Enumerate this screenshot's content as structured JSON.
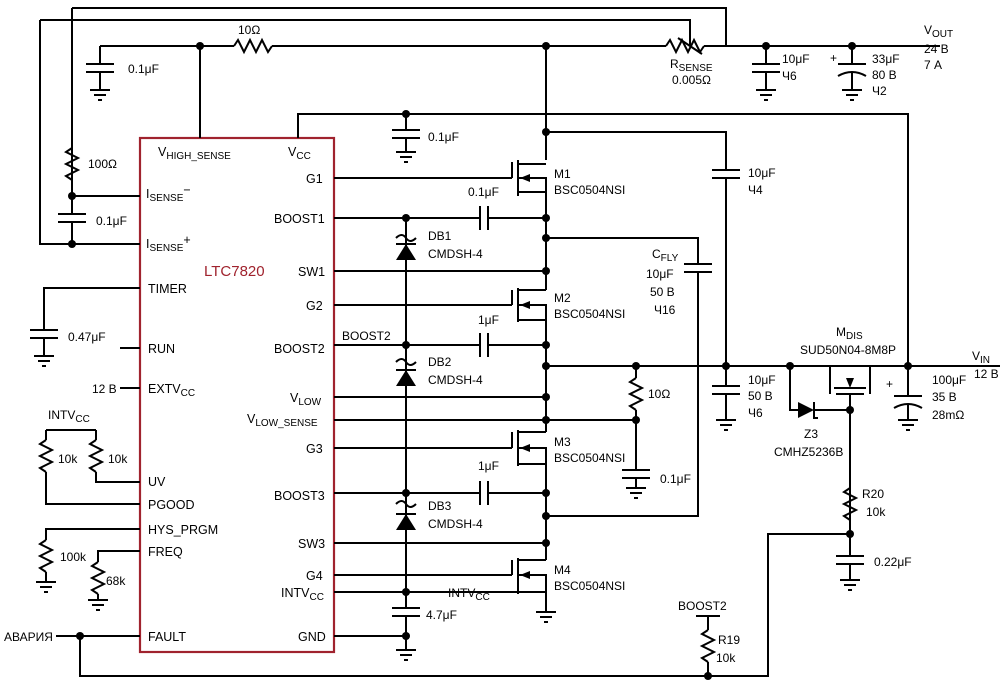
{
  "ic": {
    "name": "LTC7820",
    "top_pins": {
      "vhigh": "VHIGH_SENSE",
      "vcc": "VCC"
    },
    "left_pins": [
      "ISENSE−",
      "ISENSE+",
      "TIMER",
      "RUN",
      "EXTVCC",
      "UV",
      "PGOOD",
      "HYS_PRGM",
      "FREQ",
      "FAULT"
    ],
    "right_pins": [
      "G1",
      "BOOST1",
      "SW1",
      "G2",
      "BOOST2",
      "VLOW",
      "VLOW_SENSE",
      "G3",
      "BOOST3",
      "SW3",
      "G4",
      "INTVCC",
      "GND"
    ]
  },
  "labels": {
    "vout": "VOUT",
    "vout_specs": [
      "24 В",
      "7 А"
    ],
    "r10ohm": "10Ω",
    "rsense": "RSENSE",
    "rsense_val": "0.005Ω",
    "c_top_left": "0.1μF",
    "c_out1": [
      "10μF",
      "Ч6"
    ],
    "c_out2": [
      "33μF",
      "80 В",
      "Ч2"
    ],
    "c_vcc": "0.1μF",
    "r100": "100Ω",
    "c_isense": "0.1μF",
    "c_timer": "0.47μF",
    "extvcc_in": "12 В",
    "intvcc_top": "INTVCC",
    "r_uv1": "10k",
    "r_uv2": "10k",
    "r_hys": "100k",
    "r_freq": "68k",
    "fault_net": "АВАРИЯ",
    "c_boost1": "0.1μF",
    "c_boost2": "1μF",
    "c_boost3": "1μF",
    "db1": [
      "DB1",
      "CMDSH-4"
    ],
    "db2": [
      "DB2",
      "CMDSH-4"
    ],
    "db3": [
      "DB3",
      "CMDSH-4"
    ],
    "boost2_net": "BOOST2",
    "c_intvcc": "4.7μF",
    "intvcc_net": "INTVCC",
    "m1": [
      "M1",
      "BSC0504NSI"
    ],
    "m2": [
      "M2",
      "BSC0504NSI"
    ],
    "m3": [
      "M3",
      "BSC0504NSI"
    ],
    "m4": [
      "M4",
      "BSC0504NSI"
    ],
    "c_sw1": [
      "10μF",
      "Ч4"
    ],
    "cfly": [
      "CFLY",
      "10μF",
      "50 В",
      "Ч16"
    ],
    "c_mid": [
      "10μF",
      "50 В",
      "Ч6"
    ],
    "r_vlow": "10Ω",
    "c_vlow": "0.1μF",
    "mdis": [
      "MDIS",
      "SUD50N04-8M8P"
    ],
    "z3": [
      "Z3",
      "CMHZ5236B"
    ],
    "vin": "VIN",
    "vin_spec": "12 В",
    "c_in": [
      "100μF",
      "35 В",
      "28mΩ"
    ],
    "r20": [
      "R20",
      "10k"
    ],
    "c_r20": "0.22μF",
    "boost2_bottom": "BOOST2",
    "r19": [
      "R19",
      "10k"
    ]
  }
}
